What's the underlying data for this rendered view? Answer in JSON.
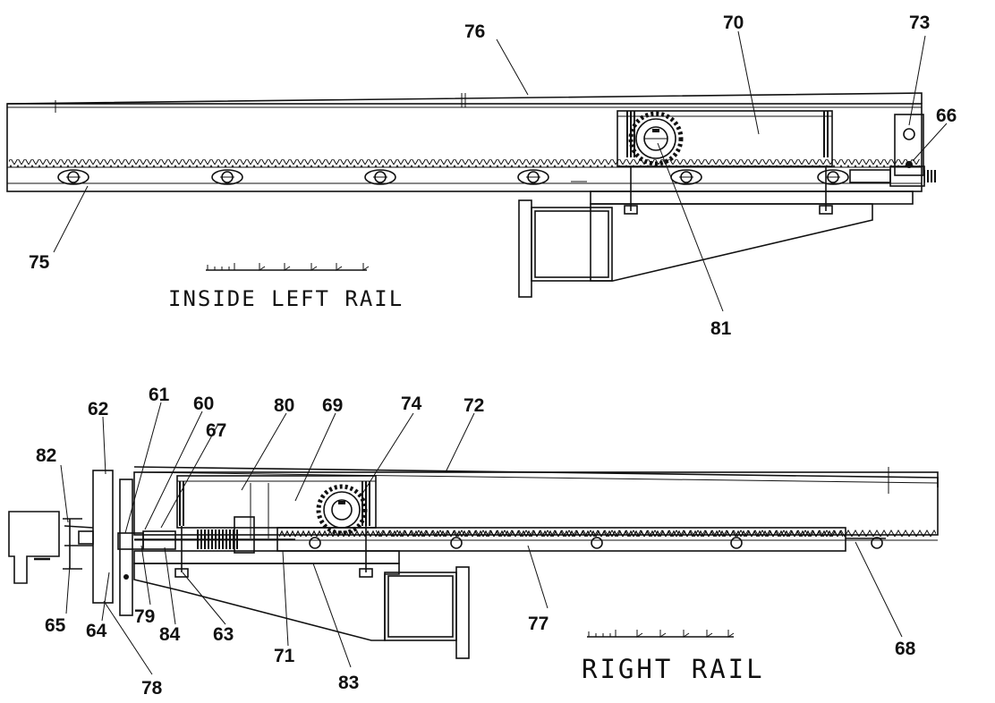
{
  "diagram": {
    "captions": {
      "left": "INSIDE LEFT RAIL",
      "right": "RIGHT RAIL"
    },
    "callouts": [
      {
        "id": "c76",
        "text": "76"
      },
      {
        "id": "c70",
        "text": "70"
      },
      {
        "id": "c73",
        "text": "73"
      },
      {
        "id": "c66",
        "text": "66"
      },
      {
        "id": "c75",
        "text": "75"
      },
      {
        "id": "c81",
        "text": "81"
      },
      {
        "id": "c61",
        "text": "61"
      },
      {
        "id": "c62",
        "text": "62"
      },
      {
        "id": "c60",
        "text": "60"
      },
      {
        "id": "c80",
        "text": "80"
      },
      {
        "id": "c69",
        "text": "69"
      },
      {
        "id": "c74",
        "text": "74"
      },
      {
        "id": "c72",
        "text": "72"
      },
      {
        "id": "c67",
        "text": "67"
      },
      {
        "id": "c82",
        "text": "82"
      },
      {
        "id": "c65",
        "text": "65"
      },
      {
        "id": "c64",
        "text": "64"
      },
      {
        "id": "c78",
        "text": "78"
      },
      {
        "id": "c84",
        "text": "84"
      },
      {
        "id": "c63",
        "text": "63"
      },
      {
        "id": "c79",
        "text": "79"
      },
      {
        "id": "c71",
        "text": "71"
      },
      {
        "id": "c83",
        "text": "83"
      },
      {
        "id": "c77",
        "text": "77"
      },
      {
        "id": "c68",
        "text": "68"
      }
    ]
  }
}
